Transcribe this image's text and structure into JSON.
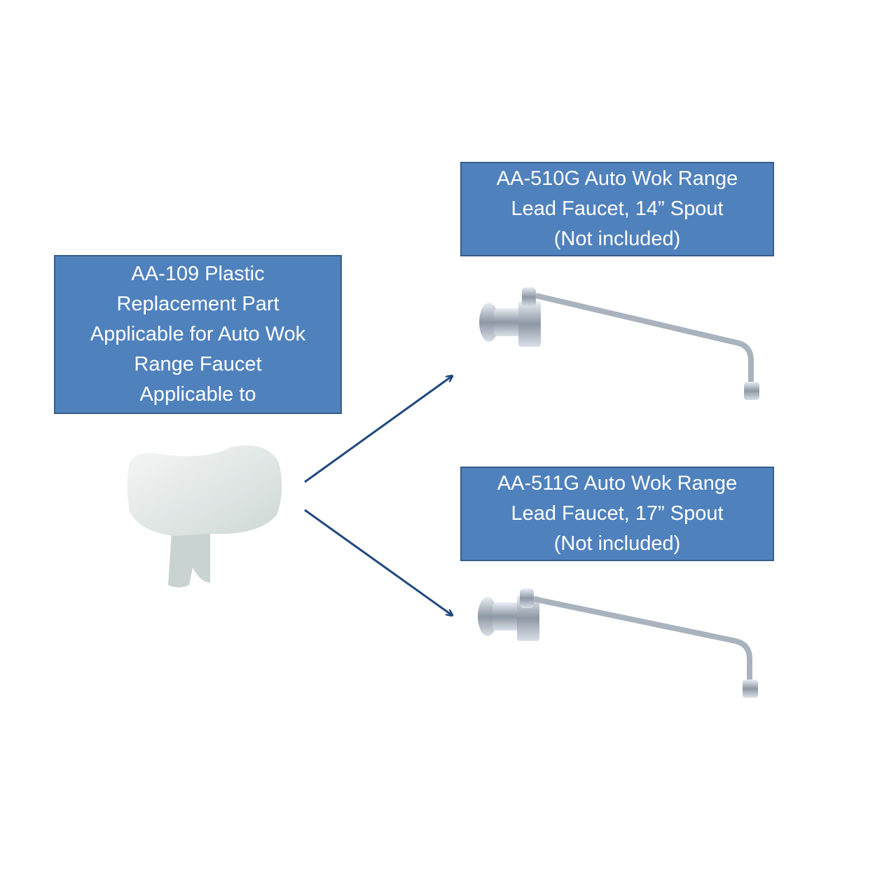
{
  "colors": {
    "box_fill": "#4f81bd",
    "box_border": "#385d8a",
    "arrow": "#1f497d"
  },
  "part_box": {
    "lines": [
      "AA-109 Plastic",
      "Replacement Part",
      "Applicable for Auto Wok",
      "Range Faucet",
      "Applicable to"
    ]
  },
  "faucet_14": {
    "lines": [
      "AA-510G Auto Wok Range",
      "Lead Faucet, 14” Spout",
      "(Not included)"
    ]
  },
  "faucet_17": {
    "lines": [
      "AA-511G Auto Wok Range",
      "Lead Faucet, 17” Spout",
      "(Not included)"
    ]
  }
}
